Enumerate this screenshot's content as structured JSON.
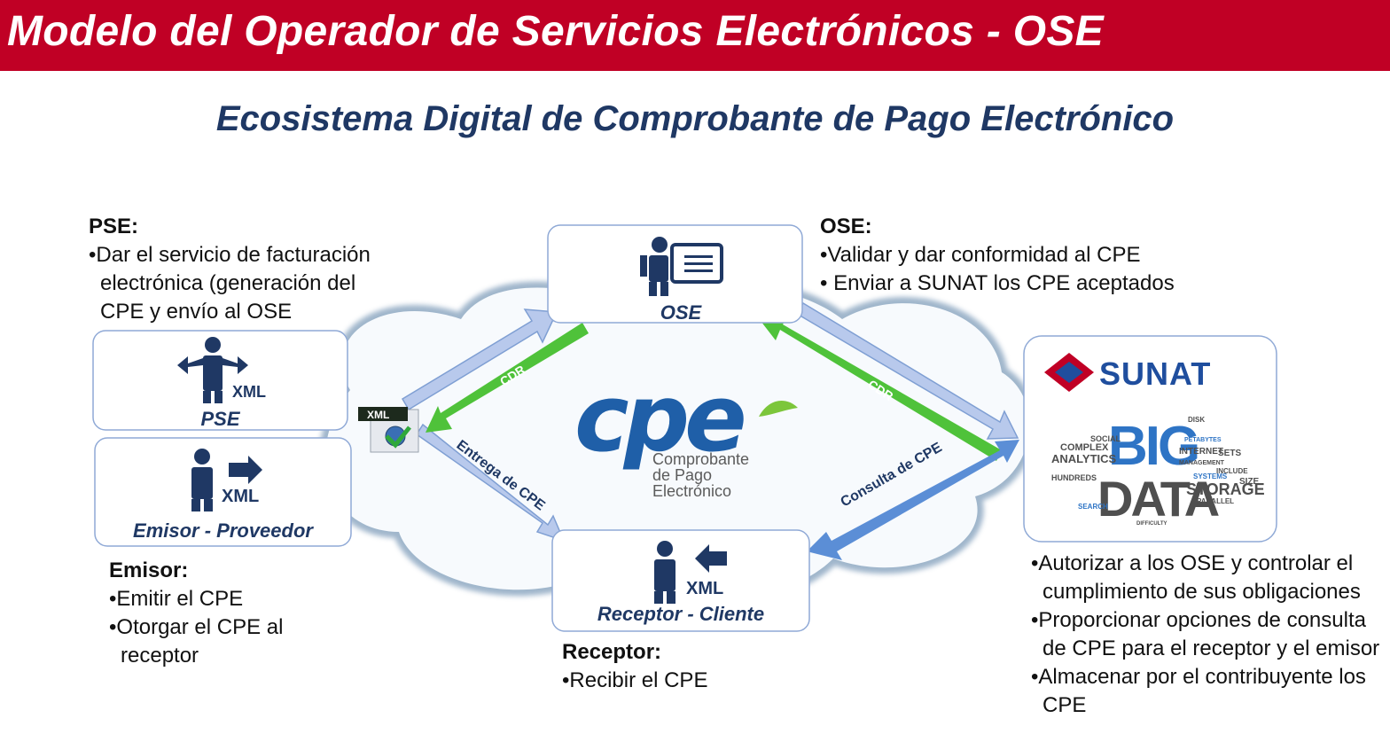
{
  "header": {
    "title": "Modelo del Operador de Servicios Electrónicos - OSE"
  },
  "subtitle": "Ecosistema Digital de Comprobante de Pago Electrónico",
  "colors": {
    "header_bg": "#c00025",
    "navy": "#1f3864",
    "green": "#4fc23a",
    "light_blue": "#b8c9ec",
    "mid_blue": "#5b8ed6"
  },
  "nodes": {
    "pse": {
      "label": "PSE",
      "badge": "XML",
      "icon": "person-arms-out-icon"
    },
    "emisor": {
      "label": "Emisor - Proveedor",
      "badge": "XML",
      "icon": "person-send-arrow-icon"
    },
    "ose": {
      "label": "OSE",
      "icon": "presenter-board-icon"
    },
    "receptor": {
      "label": "Receptor - Cliente",
      "badge": "XML",
      "icon": "person-receive-arrow-icon"
    },
    "sunat": {
      "logo": "SUNAT",
      "icon": "sunat-logo-icon"
    },
    "xml_doc": {
      "badge": "XML",
      "icon": "xml-document-icon"
    }
  },
  "cpe_logo": {
    "mark": "cpe",
    "line1": "Comprobante",
    "line2": "de Pago",
    "line3": "Electrónico"
  },
  "big_data": {
    "big": "BIG",
    "data": "DATA",
    "words": [
      "ANALYTICS",
      "COMPLEX",
      "INTERNET",
      "STORAGE",
      "SOCIAL",
      "HUNDREDS",
      "SEARCH",
      "SETS",
      "INCLUDE",
      "SIZE",
      "DISK",
      "MANAGEMENT",
      "SYSTEMS",
      "PARALLEL",
      "PETABYTES",
      "DIFFICULTY"
    ]
  },
  "arrows": {
    "cdr_left": "CDR",
    "cdr_right": "CDR",
    "entrega": "Entrega de CPE",
    "consulta": "Consulta de CPE"
  },
  "text_blocks": {
    "pse": {
      "title": "PSE:",
      "lines": [
        "•Dar el servicio de facturación",
        "electrónica (generación del",
        "CPE y envío al OSE"
      ]
    },
    "ose": {
      "title": "OSE:",
      "lines": [
        "•Validar y dar conformidad al  CPE",
        "• Enviar a SUNAT los CPE aceptados"
      ]
    },
    "emisor": {
      "title": "Emisor:",
      "lines": [
        "•Emitir el CPE",
        "•Otorgar  el  CPE  al",
        "receptor"
      ]
    },
    "receptor": {
      "title": "Receptor:",
      "lines": [
        "•Recibir el CPE"
      ]
    },
    "sunat": {
      "lines": [
        "•Autorizar a los OSE y controlar el",
        "cumplimiento de sus obligaciones",
        "•Proporcionar opciones de consulta",
        "de CPE para el receptor y el  emisor",
        "•Almacenar por el contribuyente los",
        "CPE"
      ]
    }
  }
}
